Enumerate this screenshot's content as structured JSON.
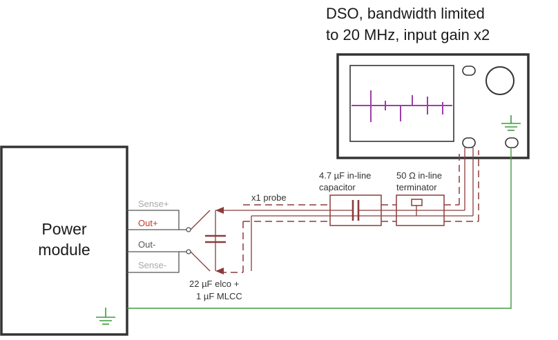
{
  "colors": {
    "box": "#333333",
    "wire_gray": "#555555",
    "wire_red": "#8b3a3a",
    "ground_green": "#3c9a3c",
    "trace_purple": "#9b3fa6",
    "pin_light": "#a8a8a8",
    "pin_outplus": "#c0392b"
  },
  "dso": {
    "title_line1": "DSO, bandwidth limited",
    "title_line2": "to 20 MHz, input gain x2"
  },
  "power_module": {
    "label_line1": "Power",
    "label_line2": "module",
    "pins": [
      "Sense+",
      "Out+",
      "Out-",
      "Sense-"
    ]
  },
  "probe": {
    "label": "x1 probe"
  },
  "decoupling": {
    "label_line1": "22 µF elco +",
    "label_line2": "1 µF MLCC"
  },
  "capacitor": {
    "label_line1": "4.7 µF in-line",
    "label_line2": "capacitor"
  },
  "terminator": {
    "label_line1": "50 Ω in-line",
    "label_line2": "terminator"
  },
  "icons": [
    "ground-icon",
    "capacitor-icon",
    "resistor-icon",
    "probe-tip-icon"
  ]
}
